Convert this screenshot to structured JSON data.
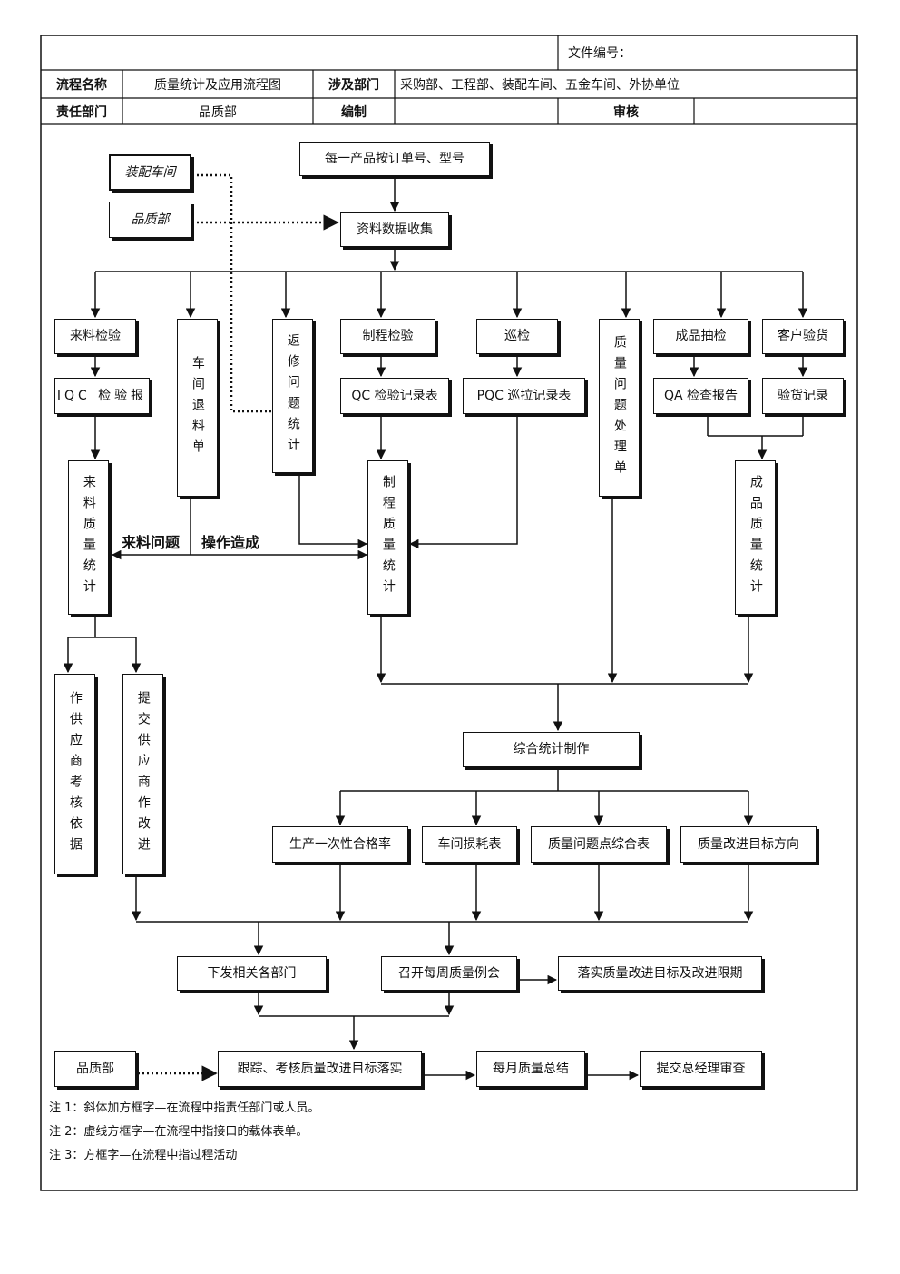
{
  "header": {
    "doc_no_label": "文件编号：",
    "flow_name_label": "流程名称",
    "flow_name_value": "质量统计及应用流程图",
    "dept_involved_label": "涉及部门",
    "dept_involved_value": "采购部、工程部、装配车间、五金车间、外协单位",
    "responsible_label": "责任部门",
    "responsible_value": "品质部",
    "author_label": "编制",
    "author_value": "",
    "review_label": "审核",
    "review_value": ""
  },
  "nodes": {
    "assembly_workshop": "装配车间",
    "quality_dept_top": "品质部",
    "order_model": "每一产品按订单号、型号",
    "data_collection": "资料数据收集",
    "incoming_inspection": "来料检验",
    "workshop_return": "车间退料单",
    "rework_stats": "返修问题统计",
    "process_inspection": "制程检验",
    "patrol_inspection": "巡检",
    "quality_issue_form": "质量问题处理单",
    "finished_sampling": "成品抽检",
    "customer_inspection": "客户验货",
    "iqc_report": "IQC 检验报",
    "qc_record": "QC 检验记录表",
    "pqc_record": "PQC 巡拉记录表",
    "qa_report": "QA 检查报告",
    "inspection_record": "验货记录",
    "incoming_quality_stats": "来料质量统计",
    "process_quality_stats": "制程质量统计",
    "finished_quality_stats": "成品质量统计",
    "supplier_evaluation": "作供应商考核依据",
    "supplier_improvement": "提交供应商作改进",
    "comprehensive_stats": "综合统计制作",
    "first_pass_rate": "生产一次性合格率",
    "workshop_loss": "车间损耗表",
    "quality_issue_summary": "质量问题点综合表",
    "improvement_direction": "质量改进目标方向",
    "distribute_depts": "下发相关各部门",
    "weekly_meeting": "召开每周质量例会",
    "implement_targets": "落实质量改进目标及改进限期",
    "quality_dept_bottom": "品质部",
    "track_assess": "跟踪、考核质量改进目标落实",
    "monthly_summary": "每月质量总结",
    "gm_review": "提交总经理审查"
  },
  "labels": {
    "incoming_issue": "来料问题",
    "operation_caused": "操作造成"
  },
  "notes": [
    "注 1：斜体加方框字—在流程中指责任部门或人员。",
    "注 2：虚线方框字—在流程中指接口的载体表单。",
    "注 3：方框字—在流程中指过程活动"
  ]
}
